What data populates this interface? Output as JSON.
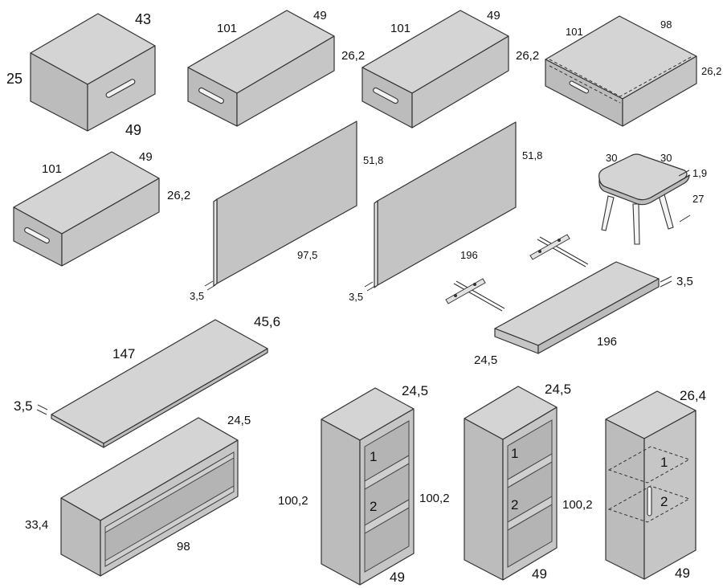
{
  "drawer_unit_small": {
    "width": "43",
    "height": "25",
    "depth": "49"
  },
  "drawer_unit_a": {
    "width": "101",
    "depth": "49",
    "height": "26,2"
  },
  "drawer_unit_b": {
    "width": "101",
    "depth": "49",
    "height": "26,2"
  },
  "drawer_frame": {
    "width": "101",
    "depth": "98",
    "height": "26,2"
  },
  "drawer_unit_c": {
    "width": "101",
    "depth": "49",
    "height": "26,2"
  },
  "panel_a": {
    "height": "51,8",
    "length": "97,5",
    "thickness": "3,5"
  },
  "panel_b": {
    "height": "51,8",
    "length": "196",
    "thickness": "3,5"
  },
  "stool": {
    "width": "30",
    "depth": "30",
    "top_thickness": "1,9",
    "height": "27"
  },
  "shelf_long": {
    "thickness": "3,5",
    "length": "196",
    "depth": "24,5"
  },
  "desk_top": {
    "length": "147",
    "depth": "45,6",
    "thickness": "3,5"
  },
  "open_box": {
    "depth": "24,5",
    "height": "33,4",
    "width": "98"
  },
  "bookcase_a": {
    "depth": "24,5",
    "height_left": "100,2",
    "height_right": "100,2",
    "width": "49",
    "shelf_1": "1",
    "shelf_2": "2"
  },
  "bookcase_b": {
    "depth": "24,5",
    "height": "100,2",
    "width": "49",
    "shelf_1": "1",
    "shelf_2": "2"
  },
  "cabinet": {
    "depth": "26,4",
    "width": "49",
    "shelf_1": "1",
    "shelf_2": "2"
  }
}
